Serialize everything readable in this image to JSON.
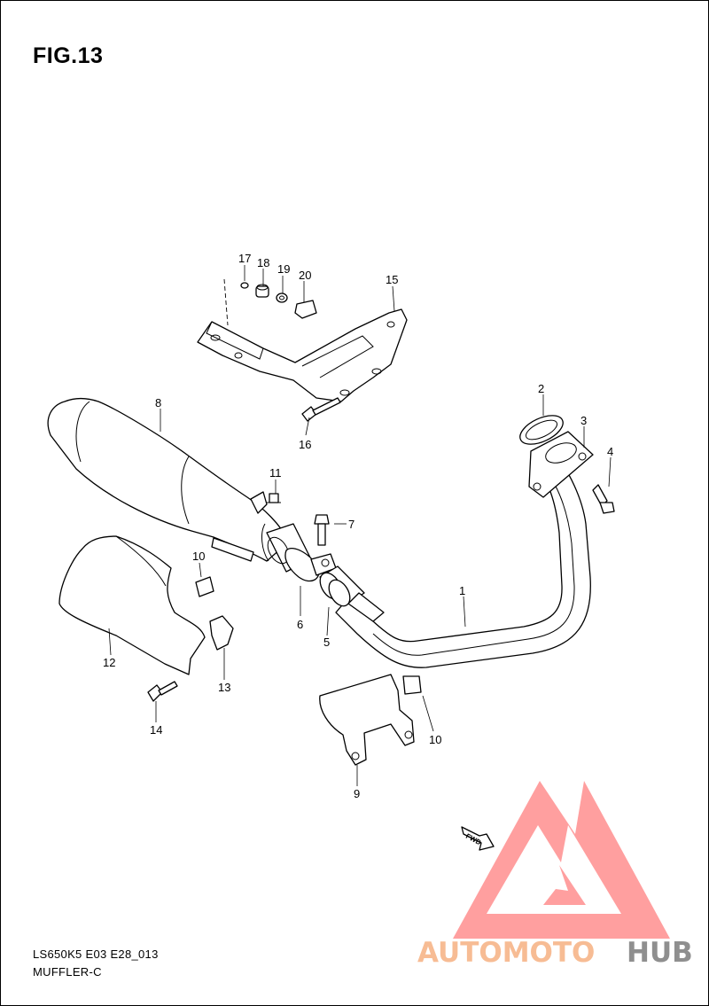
{
  "figure": {
    "title": "FIG.13"
  },
  "footer": {
    "model_code": "LS650K5 E03 E28_013",
    "section_name": "MUFFLER-C"
  },
  "direction_marker": {
    "label": "FWD"
  },
  "watermark": {
    "brand_part1": "AUTOMOTO",
    "brand_part2": "HUB",
    "color_light": "#f7c98f",
    "color_red": "#ff8a8a",
    "color_dark": "#8a8a8a"
  },
  "callouts": [
    {
      "id": "callout-1",
      "label": "1"
    },
    {
      "id": "callout-2",
      "label": "2"
    },
    {
      "id": "callout-3",
      "label": "3"
    },
    {
      "id": "callout-4",
      "label": "4"
    },
    {
      "id": "callout-5",
      "label": "5"
    },
    {
      "id": "callout-6",
      "label": "6"
    },
    {
      "id": "callout-7",
      "label": "7"
    },
    {
      "id": "callout-8",
      "label": "8"
    },
    {
      "id": "callout-9",
      "label": "9"
    },
    {
      "id": "callout-10a",
      "label": "10"
    },
    {
      "id": "callout-10b",
      "label": "10"
    },
    {
      "id": "callout-11",
      "label": "11"
    },
    {
      "id": "callout-12",
      "label": "12"
    },
    {
      "id": "callout-13",
      "label": "13"
    },
    {
      "id": "callout-14",
      "label": "14"
    },
    {
      "id": "callout-15",
      "label": "15"
    },
    {
      "id": "callout-16",
      "label": "16"
    },
    {
      "id": "callout-17",
      "label": "17"
    },
    {
      "id": "callout-18",
      "label": "18"
    },
    {
      "id": "callout-19",
      "label": "19"
    },
    {
      "id": "callout-20",
      "label": "20"
    }
  ]
}
